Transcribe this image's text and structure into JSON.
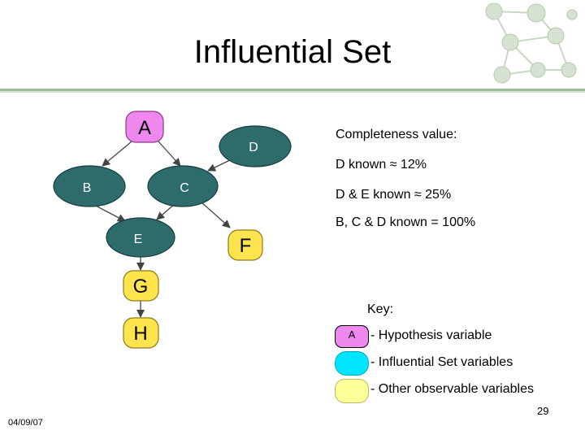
{
  "slide": {
    "title": "Influential Set",
    "date": "04/09/07",
    "page_number": "29"
  },
  "diagram": {
    "nodes": [
      {
        "id": "A",
        "label": "A",
        "role": "hypothesis"
      },
      {
        "id": "B",
        "label": "B",
        "role": "influential"
      },
      {
        "id": "C",
        "label": "C",
        "role": "influential"
      },
      {
        "id": "D",
        "label": "D",
        "role": "influential"
      },
      {
        "id": "E",
        "label": "E",
        "role": "influential"
      },
      {
        "id": "F",
        "label": "F",
        "role": "observable"
      },
      {
        "id": "G",
        "label": "G",
        "role": "observable"
      },
      {
        "id": "H",
        "label": "H",
        "role": "observable"
      }
    ],
    "edges": [
      {
        "from": "A",
        "to": "B"
      },
      {
        "from": "A",
        "to": "C"
      },
      {
        "from": "D",
        "to": "C"
      },
      {
        "from": "B",
        "to": "E"
      },
      {
        "from": "C",
        "to": "E"
      },
      {
        "from": "C",
        "to": "F"
      },
      {
        "from": "E",
        "to": "G"
      },
      {
        "from": "G",
        "to": "H"
      }
    ]
  },
  "completeness": {
    "heading": "Completeness value:",
    "lines": [
      "D known ≈ 12%",
      "D & E known ≈ 25%",
      "B, C & D known = 100%"
    ]
  },
  "key": {
    "heading": "Key:",
    "items": [
      {
        "swatch_label": "A",
        "text": "- Hypothesis variable"
      },
      {
        "swatch_label": "",
        "text": "- Influential Set variables"
      },
      {
        "swatch_label": "",
        "text": "- Other observable variables"
      }
    ]
  },
  "colors": {
    "hypothesis_fill": "#ee88ee",
    "influential_fill": "#2e6b6b",
    "observable_fill": "#ffe44d",
    "key_influential_fill": "#00e5ff",
    "key_observable_fill": "#ffff99",
    "key_hypothesis_fill": "#ee88ee",
    "accent_rule": "#9fb99a"
  }
}
